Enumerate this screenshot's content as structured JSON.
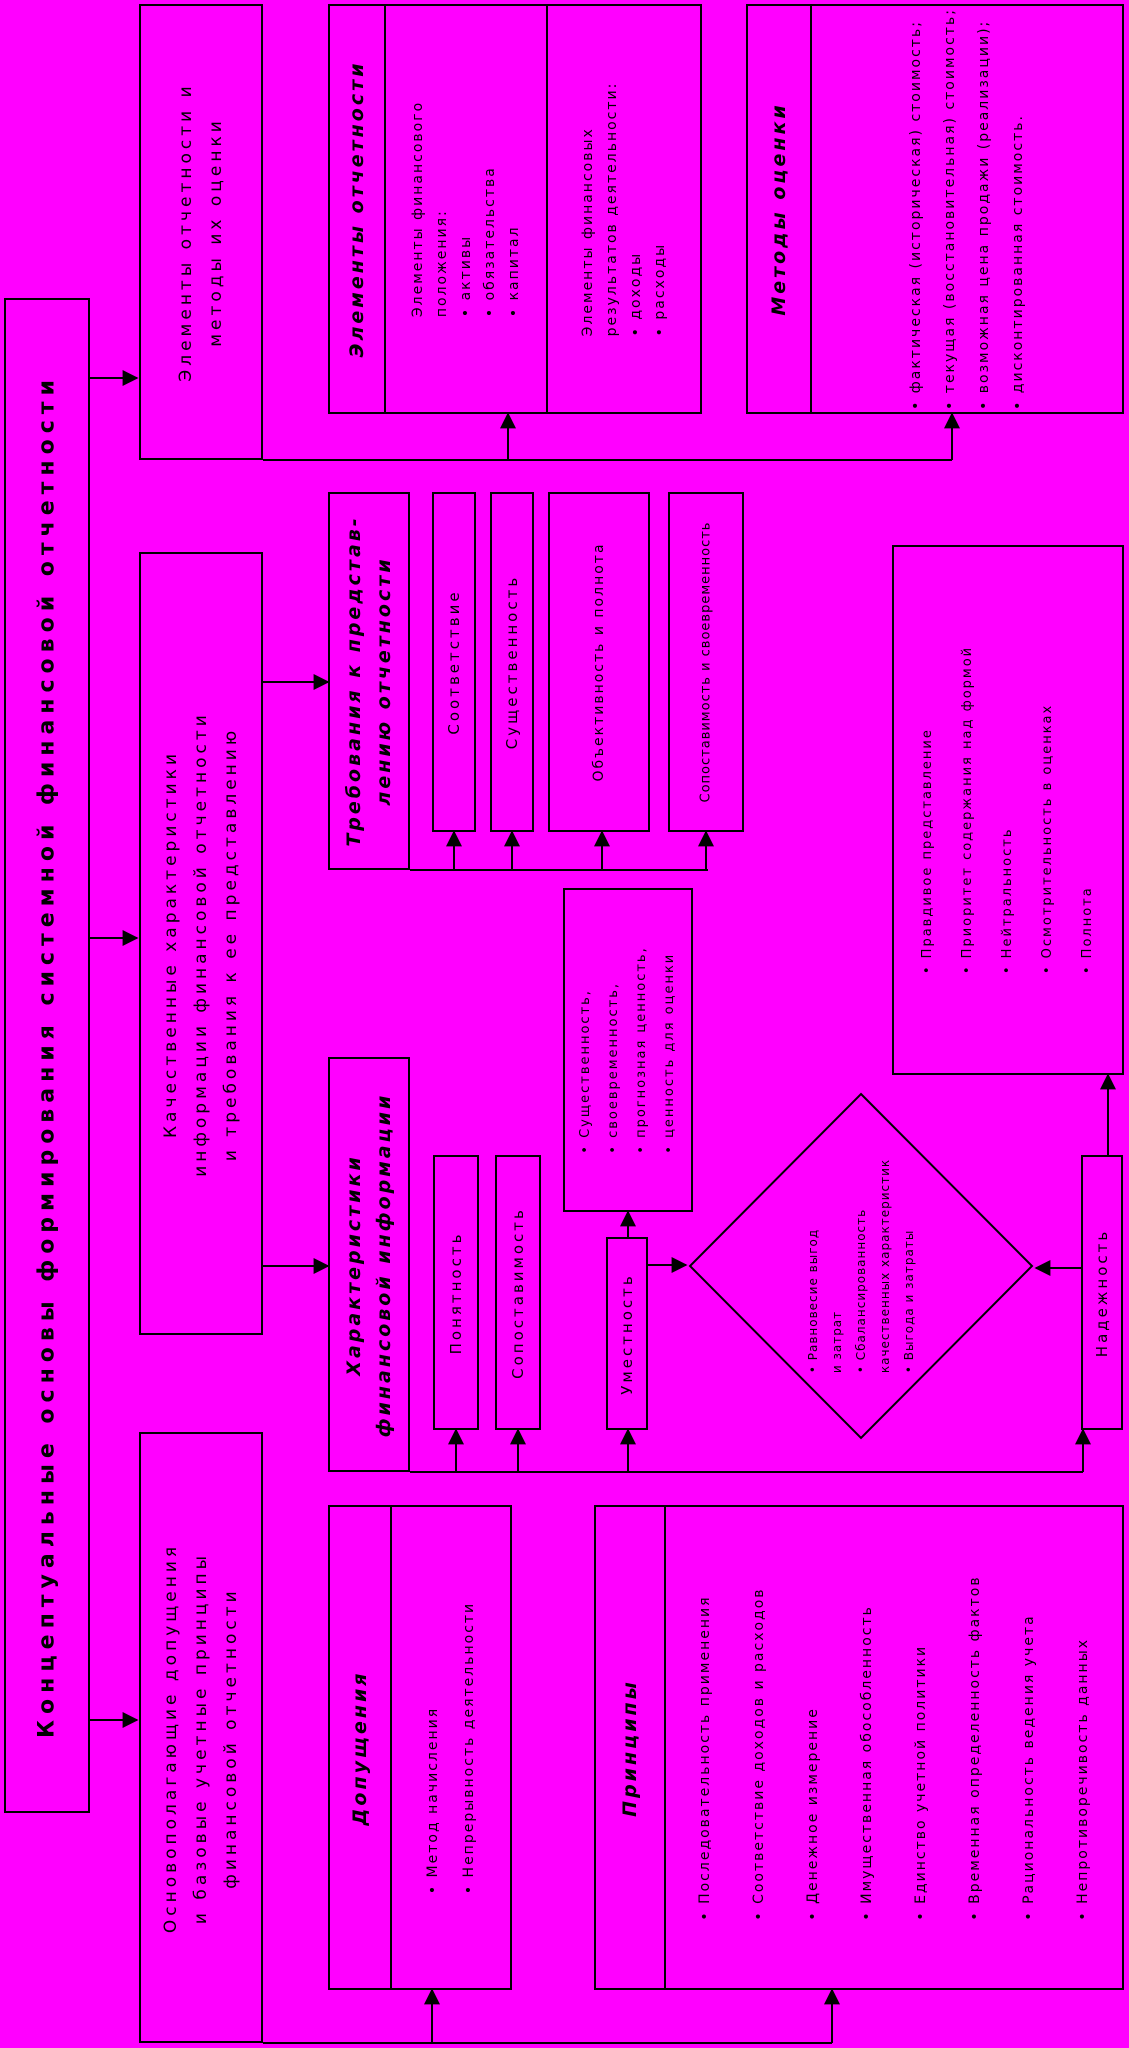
{
  "title": "Концептуальные основы формирования системной финансовой отчетности",
  "branches": {
    "elements": {
      "label_lines": [
        "Элементы отчетности и",
        "методы их оценки"
      ],
      "report_elements": {
        "header": "Элементы отчетности",
        "groups": [
          [
            "Элементы финансового",
            "положения:",
            "• активы",
            "• обязательства",
            "• капитал"
          ],
          [
            "Элементы финансовых",
            "результатов деятельности:",
            "• доходы",
            "• расходы"
          ]
        ]
      },
      "methods": {
        "header": "Методы оценки",
        "items": [
          "• фактическая (историческая) стоимость;",
          "• текущая (восстановительная) стоимость;",
          "• возможная цена продажи (реализации);",
          "• дисконтированная стоимость."
        ]
      }
    },
    "qualities": {
      "label_lines": [
        "Качественные характеристики",
        "информации финансовой отчетности",
        "и требования к ее представлению"
      ],
      "requirements": {
        "header_lines": [
          "Требования к представ-",
          "лению отчетности"
        ],
        "items": [
          "Соответствие",
          "Существенность",
          "Объективность и полнота",
          "Сопоставимость и своевременность"
        ]
      },
      "characteristics": {
        "header_lines": [
          "Характеристики",
          "финансовой информации"
        ],
        "items": [
          "Понятность",
          "Сопоставимость"
        ],
        "relevance": "Уместность",
        "relevance_aspects": [
          "• Существенность,",
          "• своевременность,",
          "• прогнозная ценность,",
          "• ценность для оценки"
        ],
        "balance_lines": [
          "• Равновесие выгод",
          "и затрат",
          "• Сбалансированность",
          "качественных характеристик",
          "• Выгода и затраты"
        ],
        "reliability": "Надежность",
        "reliability_aspects": [
          "• Правдивое представление",
          "• Приоритет содержания над формой",
          "• Нейтральность",
          "• Осмотрительность в оценках",
          "• Полнота"
        ]
      }
    },
    "assumptions": {
      "label_lines": [
        "Основополагающие допущения",
        "и базовые учетные принципы",
        "финансовой отчетности"
      ],
      "assumptions_box": {
        "header": "Допущения",
        "items": [
          "• Метод начисления",
          "• Непрерывность деятельности"
        ]
      },
      "principles": {
        "header": "Принципы",
        "items": [
          "• Последовательность применения",
          "• Соответствие доходов и расходов",
          "• Денежное измерение",
          "• Имущественная обособленность",
          "• Единство учетной политики",
          "• Временная определенность фактов",
          "• Рациональность ведения учета",
          "• Непротиворечивость данных"
        ]
      }
    }
  }
}
